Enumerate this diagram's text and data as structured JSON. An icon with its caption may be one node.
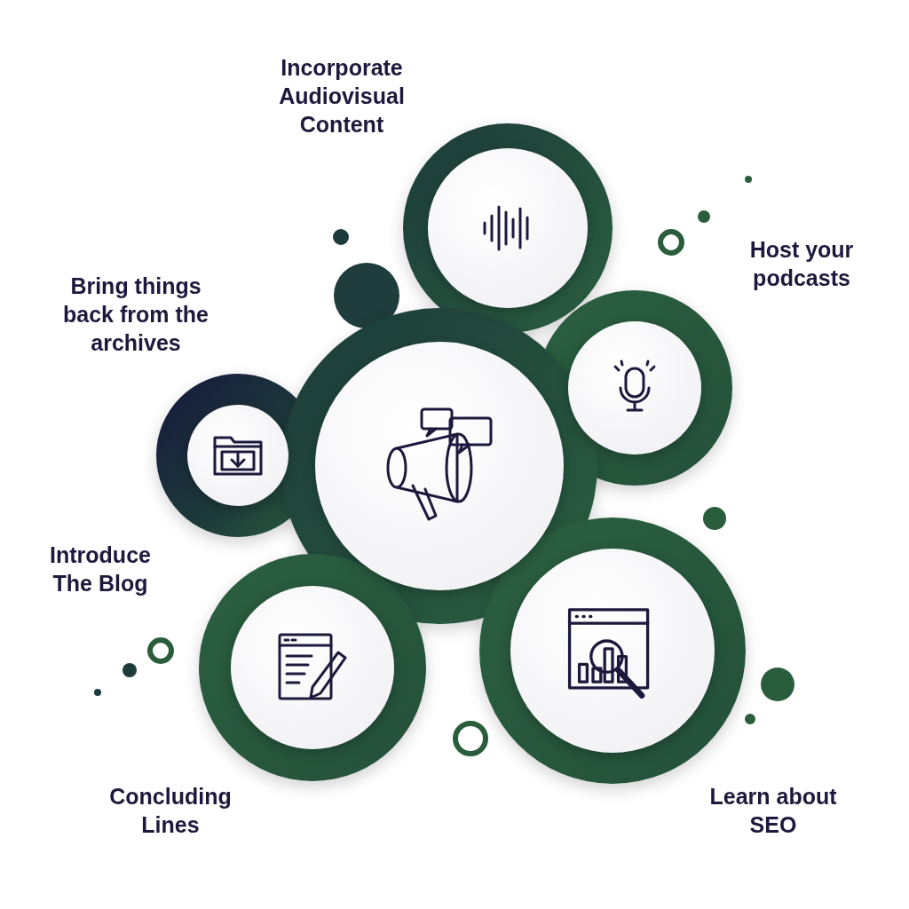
{
  "diagram": {
    "nodes": [
      {
        "text": [
          "Incorporate Audiovisual Content"
        ]
      },
      {
        "text": [
          "Host your podcasts"
        ]
      },
      {
        "text": [
          "Bring things back from the archives"
        ]
      },
      {
        "text": [],
        "shape": "circle"
      },
      {
        "text": [
          "Concluding Lines"
        ]
      },
      {
        "text": [
          "Learn about SEO"
        ]
      }
    ],
    "labels": [
      "Introduce The Blog"
    ]
  }
}
